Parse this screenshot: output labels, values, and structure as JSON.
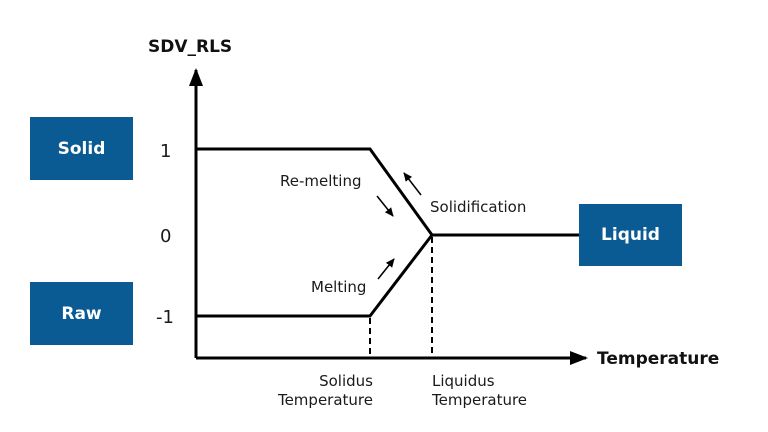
{
  "axes": {
    "y_title": "SDV_RLS",
    "x_title": "Temperature",
    "y_ticks": [
      "1",
      "0",
      "-1"
    ]
  },
  "states": {
    "solid": "Solid",
    "raw": "Raw",
    "liquid": "Liquid"
  },
  "annotations": {
    "remelting": "Re-melting",
    "solidification": "Solidification",
    "melting": "Melting"
  },
  "x_markers": {
    "solidus_line1": "Solidus",
    "solidus_line2": "Temperature",
    "liquidus_line1": "Liquidus",
    "liquidus_line2": "Temperature"
  },
  "colors": {
    "state_box": "#0a5a94",
    "line": "#000000"
  }
}
